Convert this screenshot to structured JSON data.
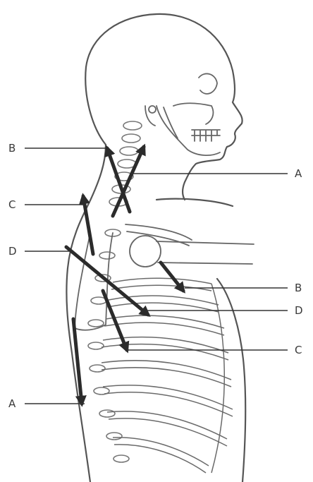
{
  "labels": {
    "left_b": "B",
    "left_c": "C",
    "left_d": "D",
    "left_a": "A",
    "right_a": "A",
    "right_b": "B",
    "right_d": "D",
    "right_c": "C"
  },
  "colors": {
    "outline": "#555555",
    "arrow": "#2b2b2b",
    "leader": "#333333",
    "label": "#3a3a3a"
  }
}
